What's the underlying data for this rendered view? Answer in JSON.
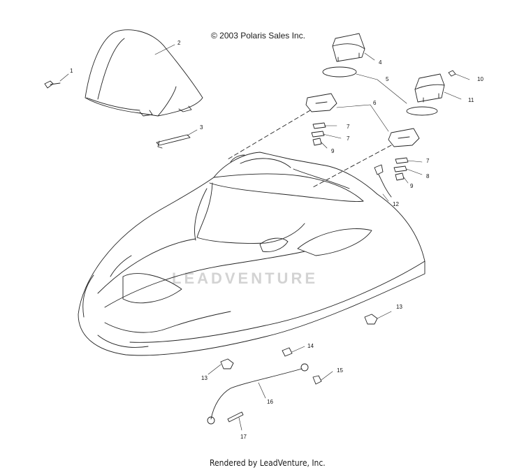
{
  "header": {
    "copyright": "© 2003 Polaris Sales Inc."
  },
  "footer": {
    "rendered_by": "Rendered by LeadVenture, Inc."
  },
  "watermark": {
    "text": "LEADVENTURE"
  },
  "callouts": [
    "1",
    "2",
    "3",
    "4",
    "5",
    "6",
    "7",
    "8",
    "9",
    "10",
    "11",
    "12",
    "13",
    "14",
    "15",
    "16",
    "17"
  ],
  "colors": {
    "line": "#222222",
    "watermark": "#d3d3d3",
    "background": "#ffffff"
  }
}
